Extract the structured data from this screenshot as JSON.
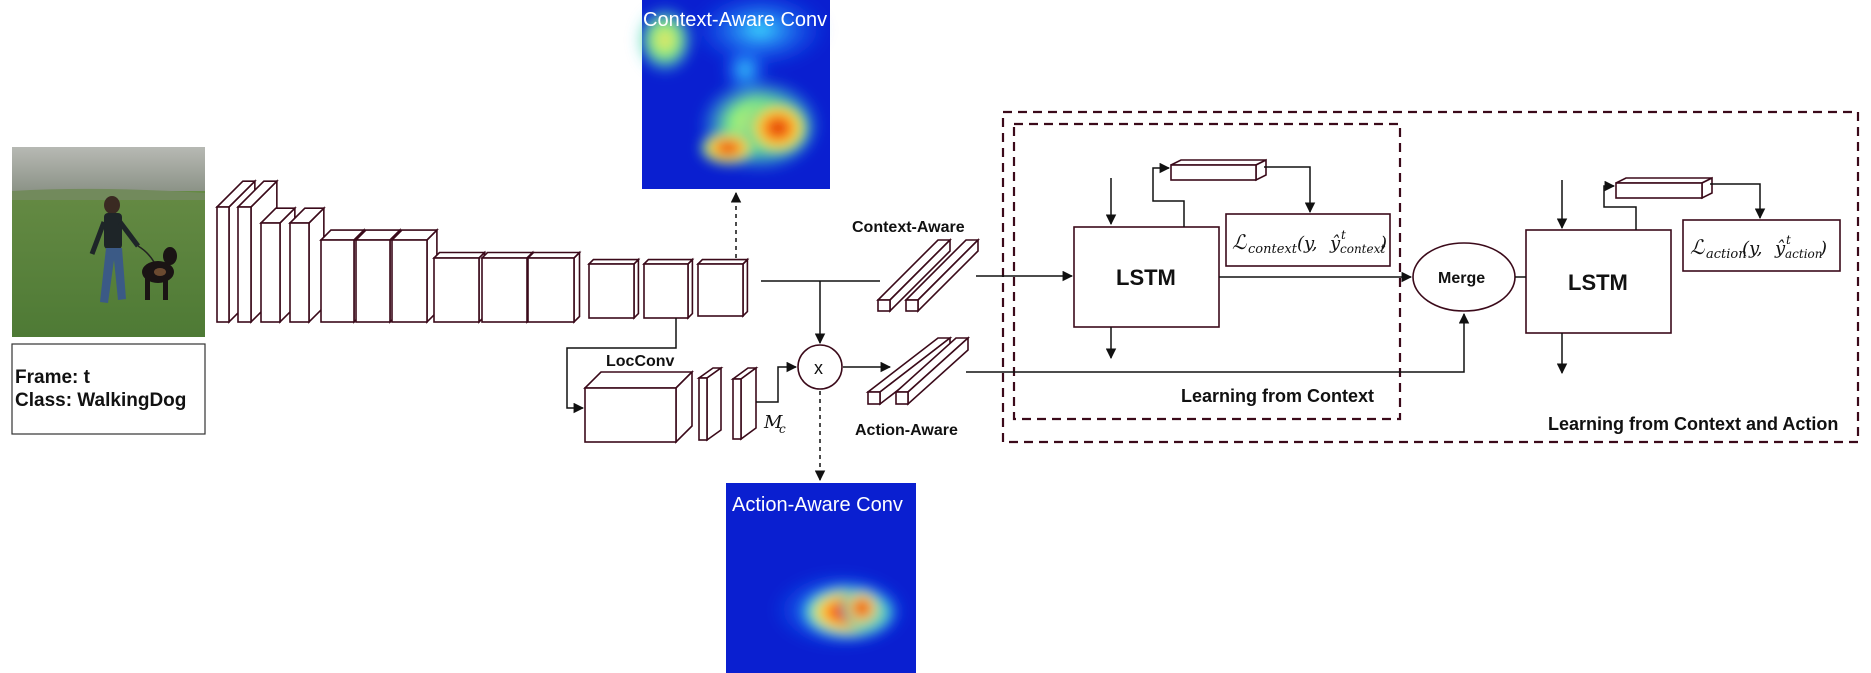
{
  "frame_card": {
    "frame_label": "Frame: t",
    "class_label": "Class: WalkingDog"
  },
  "heatmaps": {
    "context_title": "Context-Aware Conv",
    "action_title": "Action-Aware Conv"
  },
  "labels": {
    "locconv": "LocConv",
    "mask": "M",
    "mask_sub": "c",
    "multiply": "x",
    "context_aware": "Context-Aware",
    "action_aware": "Action-Aware",
    "lstm_context": "LSTM",
    "lstm_action": "LSTM",
    "merge": "Merge"
  },
  "losses": {
    "context": {
      "L": "ℒ",
      "sub": "context",
      "args_open": "(y, ",
      "yhat": "ŷ",
      "sup": "t",
      "yhat_sub": "context",
      "close": ")"
    },
    "action": {
      "L": "ℒ",
      "sub": "action",
      "args_open": "(y, ",
      "yhat": "ŷ",
      "sup": "t",
      "yhat_sub": "action",
      "close": ")"
    }
  },
  "regions": {
    "context": "Learning from Context",
    "context_action": "Learning from Context and Action"
  },
  "colors": {
    "block_stroke": "#3b0a1a",
    "heat_cold": "#0a1fd0",
    "heat_hot": "#e02010",
    "grass": "#5f8a3e"
  }
}
